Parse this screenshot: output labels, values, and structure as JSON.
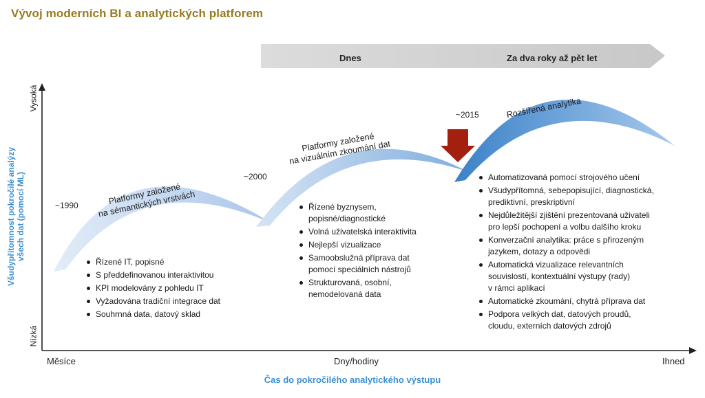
{
  "title": "Vývoj moderních BI a analytických platforem",
  "banner": {
    "today": "Dnes",
    "future": "Za dva roky až pět let"
  },
  "axes": {
    "x_title": "Čas do pokročilého analytického výstupu",
    "x_left": "Měsíce",
    "x_mid": "Dny/hodiny",
    "x_right": "Ihned",
    "y_title_line1": "Všudypřítomnost pokročilé analýzy",
    "y_title_line2": "všech dat (pomocí ML)",
    "y_high": "Vysoká",
    "y_low": "Nízká"
  },
  "eras": [
    {
      "year": "~1990",
      "label_line1": "Platformy založené",
      "label_line2": "na sémantických vrstvách",
      "bullets": [
        "Řízené IT, popisné",
        "S předdefinovanou interaktivitou",
        "KPI modelovány z pohledu IT",
        "Vyžadována tradiční integrace dat",
        "Souhrnná data, datový sklad"
      ]
    },
    {
      "year": "~2000",
      "label_line1": "Platformy založené",
      "label_line2": "na vizuálním zkoumání dat",
      "bullets": [
        "Řízené byznysem,\npopisné/diagnostické",
        "Volná uživatelská interaktivita",
        "Nejlepší vizualizace",
        "Samoobslužná příprava dat\npomocí speciálních nástrojů",
        "Strukturovaná, osobní,\nnemodelovaná data"
      ]
    },
    {
      "year": "~2015",
      "label_line1": "Rozšířená analytika",
      "bullets": [
        "Automatizovaná pomocí strojového učení",
        "Všudypřítomná, sebepopisující, diagnostická,\nprediktivní, preskriptivní",
        "Nejdůležitější zjištění prezentovaná uživateli\npro lepší pochopení a volbu dalšího kroku",
        "Konverzační analytika: práce s přirozeným\njazykem, dotazy a odpovědi",
        "Automatická vizualizace relevantních\nsouvislostí, kontextuální výstupy (rady)\nv rámci aplikací",
        "Automatické zkoumání, chytrá příprava dat",
        "Podpora velkých dat, datových proudů,\ncloudu, externích datových zdrojů"
      ]
    }
  ],
  "colors": {
    "title": "#9a7a1e",
    "axis_title": "#3b8fd4",
    "arc_light": "#c5d7ef",
    "arc_mid": "#8fb7e3",
    "arc_dark": "#3d86cc",
    "banner": "#d9d9d9",
    "marker": "#a3200f"
  }
}
